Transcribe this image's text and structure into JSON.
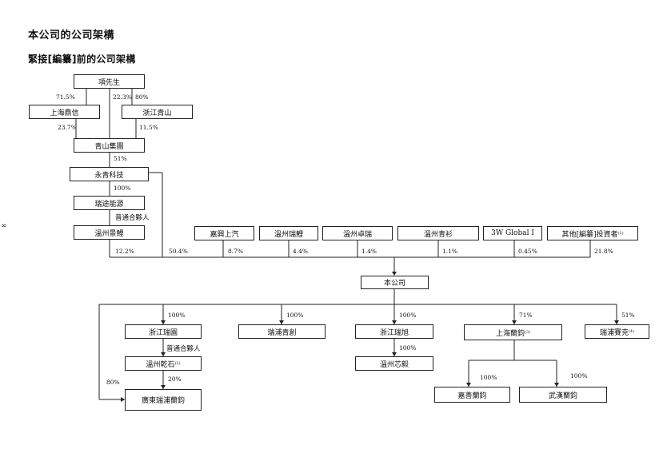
{
  "heading": "本公司的公司架構",
  "subheading": "緊接[編纂]前的公司架構",
  "edge_mark": "∞",
  "boxes": {
    "xiang": "項先生",
    "shanghai_dingxin": "上海鼎信",
    "zhejiang_qingshan": "浙江青山",
    "qingshan_group": "青山集團",
    "yongqing": "永青科技",
    "ruitu": "瑞途能源",
    "wenzhou_jingli": "溫州景鯉",
    "jiaxing_saic": "嘉興上汽",
    "wenzhou_ruili": "溫州瑞鯉",
    "wenzhou_zhuorui": "溫州卓瑞",
    "wenzhou_qingshan": "溫州青衫",
    "global": "3W Global I",
    "others": "其他[編纂]投資者",
    "others_note": "(1)",
    "company": "本公司",
    "zhejiang_ruiyuan": "浙江瑞園",
    "ruipu_qingchuang": "瑞浦青創",
    "zhejiang_ruixu": "浙江瑞旭",
    "shanghai_lanjun": "上海蘭鈞",
    "shanghai_lanjun_note": "(3)",
    "ruipu_saike": "瑞浦賽克",
    "ruipu_saike_note": "(4)",
    "wenzhou_qianshi": "溫州乾石",
    "wenzhou_qianshi_note": "(2)",
    "wenzhou_xinyi": "溫州芯毅",
    "guangdong": "廣東瑞浦蘭鈞",
    "jiashan": "嘉善蘭鈞",
    "wuhan": "武漢蘭鈞"
  },
  "labels": {
    "p_715": "71.5%",
    "p_223": "22.3%",
    "p_80a": "80%",
    "p_237": "23.7%",
    "p_115": "11.5%",
    "p_51a": "51%",
    "p_100a": "100%",
    "gp1": "普通合夥人",
    "p_122": "12.2%",
    "p_504": "50.4%",
    "p_87": "8.7%",
    "p_44": "4.4%",
    "p_14": "1.4%",
    "p_11": "1.1%",
    "p_045": "0.45%",
    "p_218": "21.8%",
    "p_100b": "100%",
    "p_100c": "100%",
    "p_100d": "100%",
    "p_71": "71%",
    "p_51b": "51%",
    "gp2": "普通合夥人",
    "p_100e": "100%",
    "p_20": "20%",
    "p_80b": "80%",
    "p_100f": "100%",
    "p_100g": "100%"
  }
}
